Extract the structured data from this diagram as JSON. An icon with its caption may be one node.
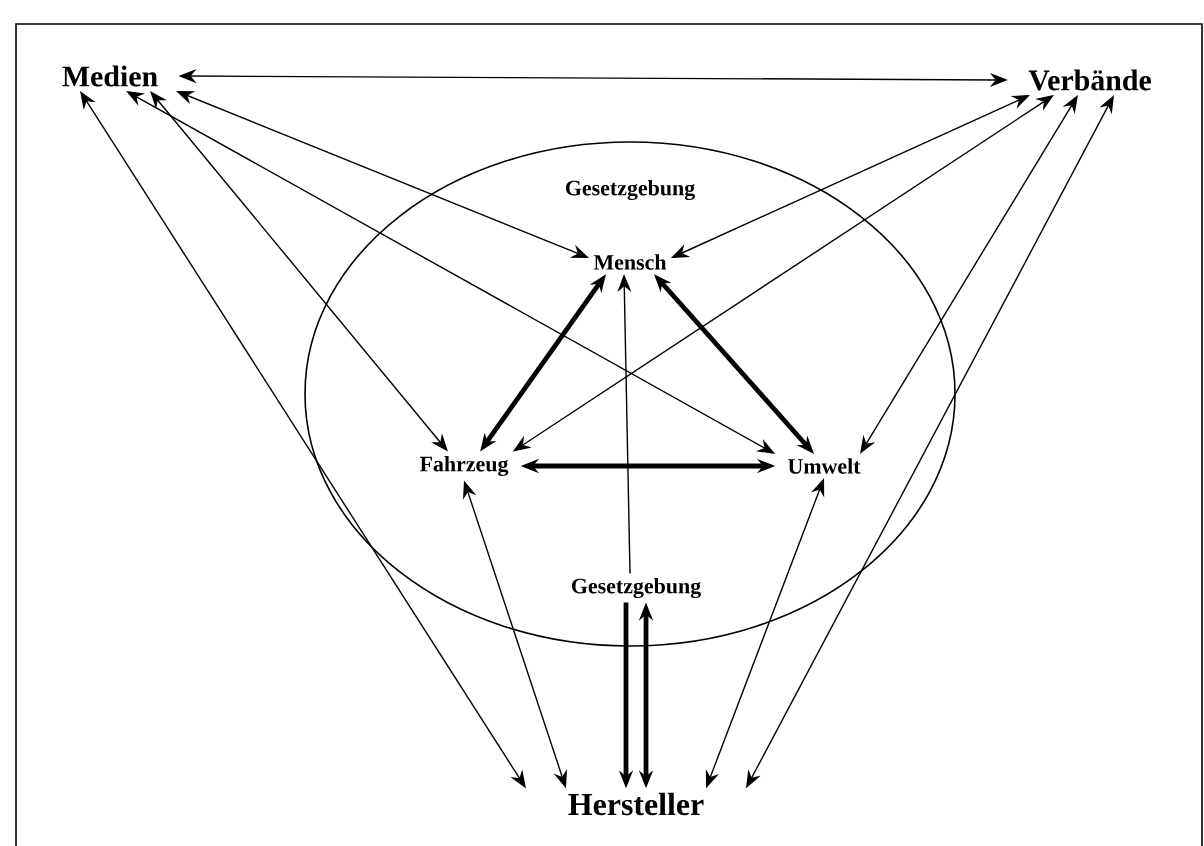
{
  "diagram": {
    "nodes": [
      {
        "text": [
          "Medien"
        ]
      },
      {
        "text": [
          "Verbände"
        ]
      },
      {
        "text": [
          "Gesetzgebung"
        ]
      },
      {
        "text": [
          "Mensch"
        ],
        "in": 2
      },
      {
        "text": [
          "Fahrzeug"
        ],
        "in": 2
      },
      {
        "text": [
          "Umwelt"
        ],
        "in": 2
      },
      {
        "text": [
          "Gesetzgebung"
        ],
        "in": 2
      },
      {
        "text": [
          "Hersteller"
        ]
      }
    ],
    "edges": [
      {
        "from": 0,
        "to": 1,
        "arrow": "both"
      },
      {
        "from": 0,
        "to": 3,
        "arrow": "both"
      },
      {
        "from": 0,
        "to": 4,
        "arrow": "both"
      },
      {
        "from": 0,
        "to": 5,
        "arrow": "both"
      },
      {
        "from": 0,
        "to": 7,
        "arrow": "both"
      },
      {
        "from": 1,
        "to": 3,
        "arrow": "both"
      },
      {
        "from": 1,
        "to": 4,
        "arrow": "both"
      },
      {
        "from": 1,
        "to": 5,
        "arrow": "both"
      },
      {
        "from": 1,
        "to": 7,
        "arrow": "both"
      },
      {
        "from": 3,
        "to": 4,
        "arrow": "both",
        "style": "thick"
      },
      {
        "from": 3,
        "to": 5,
        "arrow": "both",
        "style": "thick"
      },
      {
        "from": 4,
        "to": 5,
        "arrow": "both",
        "style": "thick"
      },
      {
        "from": 6,
        "to": 3,
        "arrow": "to"
      },
      {
        "from": 6,
        "to": 7,
        "arrow": "to",
        "style": "thick"
      },
      {
        "from": 6,
        "to": 7,
        "arrow": "both",
        "style": "thick"
      },
      {
        "from": 4,
        "to": 7,
        "arrow": "both"
      },
      {
        "from": 5,
        "to": 7,
        "arrow": "both"
      }
    ]
  }
}
